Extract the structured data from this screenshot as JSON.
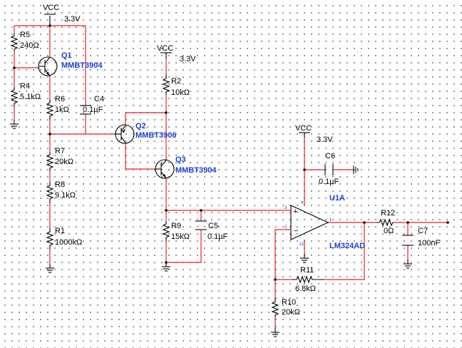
{
  "colors": {
    "wire": "#e8202a",
    "component": "#000000",
    "part_label": "#1c3fd8",
    "grid": "#7a7a7a"
  },
  "supplies": [
    {
      "name": "VCC",
      "voltage": "3.3V"
    },
    {
      "name": "VCC",
      "voltage": "3.3V"
    },
    {
      "name": "VCC",
      "voltage": "3.3V"
    }
  ],
  "resistors": {
    "R5": {
      "ref": "R5",
      "value": "240Ω"
    },
    "R4": {
      "ref": "R4",
      "value": "5.1kΩ"
    },
    "R6": {
      "ref": "R6",
      "value": "1kΩ"
    },
    "R7": {
      "ref": "R7",
      "value": "20kΩ"
    },
    "R8": {
      "ref": "R8",
      "value": "9.1kΩ"
    },
    "R1": {
      "ref": "R1",
      "value": "1000kΩ"
    },
    "R2": {
      "ref": "R2",
      "value": "10kΩ"
    },
    "R9": {
      "ref": "R9",
      "value": "15kΩ"
    },
    "R11": {
      "ref": "R11",
      "value": "6.8kΩ"
    },
    "R10": {
      "ref": "R10",
      "value": "20kΩ"
    },
    "R12": {
      "ref": "R12",
      "value": "0Ω"
    }
  },
  "capacitors": {
    "C4": {
      "ref": "C4",
      "value": "0.1µF"
    },
    "C5": {
      "ref": "C5",
      "value": "0.1µF"
    },
    "C6": {
      "ref": "C6",
      "value": "0.1µF"
    },
    "C7": {
      "ref": "C7",
      "value": "100nF"
    }
  },
  "transistors": {
    "Q1": {
      "ref": "Q1",
      "part": "MMBT3904"
    },
    "Q2": {
      "ref": "Q2",
      "part": "MMBT3906"
    },
    "Q3": {
      "ref": "Q3",
      "part": "MMBT3904"
    }
  },
  "opamp": {
    "ref": "U1A",
    "part": "LM324AD",
    "pins": {
      "non_inverting": "3",
      "inverting": "2",
      "output": "1",
      "vplus": "4",
      "vminus": "11"
    }
  }
}
